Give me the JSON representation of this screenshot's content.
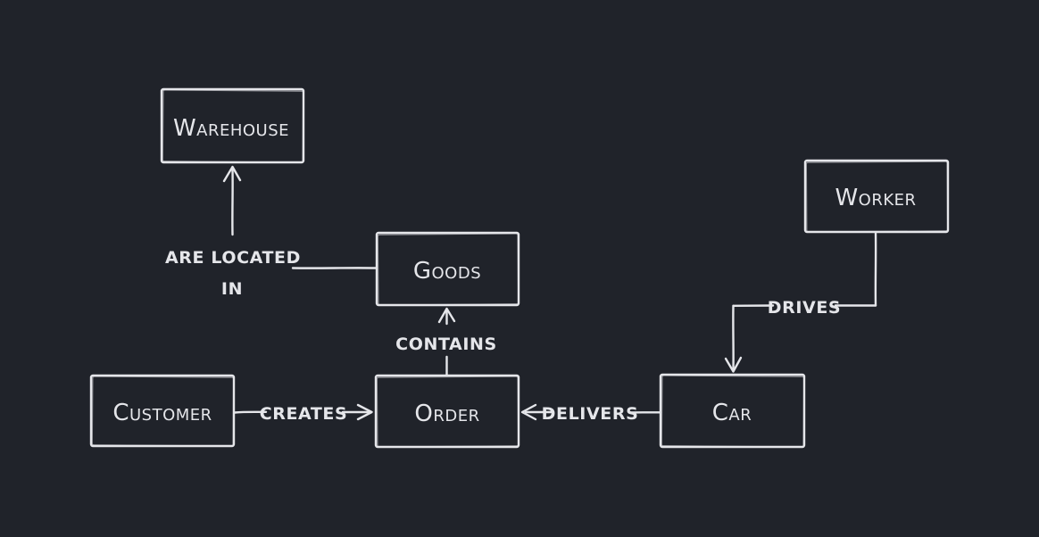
{
  "diagram": {
    "type": "entity-relationship",
    "style": "hand-drawn-dark",
    "colors": {
      "background": "#20232a",
      "ink": "#e5e6ea"
    },
    "entities": [
      {
        "id": "warehouse",
        "label": "Warehouse"
      },
      {
        "id": "goods",
        "label": "Goods"
      },
      {
        "id": "customer",
        "label": "Customer"
      },
      {
        "id": "order",
        "label": "Order"
      },
      {
        "id": "car",
        "label": "Car"
      },
      {
        "id": "worker",
        "label": "Worker"
      }
    ],
    "relationships": [
      {
        "from": "goods",
        "to": "warehouse",
        "label": "ARE LOCATED IN",
        "label_lines": [
          "ARE LOCATED",
          "IN"
        ],
        "arrow_direction": "up"
      },
      {
        "from": "order",
        "to": "goods",
        "label": "CONTAINS",
        "label_lines": [
          "CONTAINS"
        ],
        "arrow_direction": "up"
      },
      {
        "from": "customer",
        "to": "order",
        "label": "CREATES",
        "label_lines": [
          "CREATES"
        ],
        "arrow_direction": "right"
      },
      {
        "from": "car",
        "to": "order",
        "label": "DELIVERS",
        "label_lines": [
          "DELIVERS"
        ],
        "arrow_direction": "left"
      },
      {
        "from": "worker",
        "to": "car",
        "label": "DRIVES",
        "label_lines": [
          "DRIVES"
        ],
        "arrow_direction": "down"
      }
    ]
  }
}
